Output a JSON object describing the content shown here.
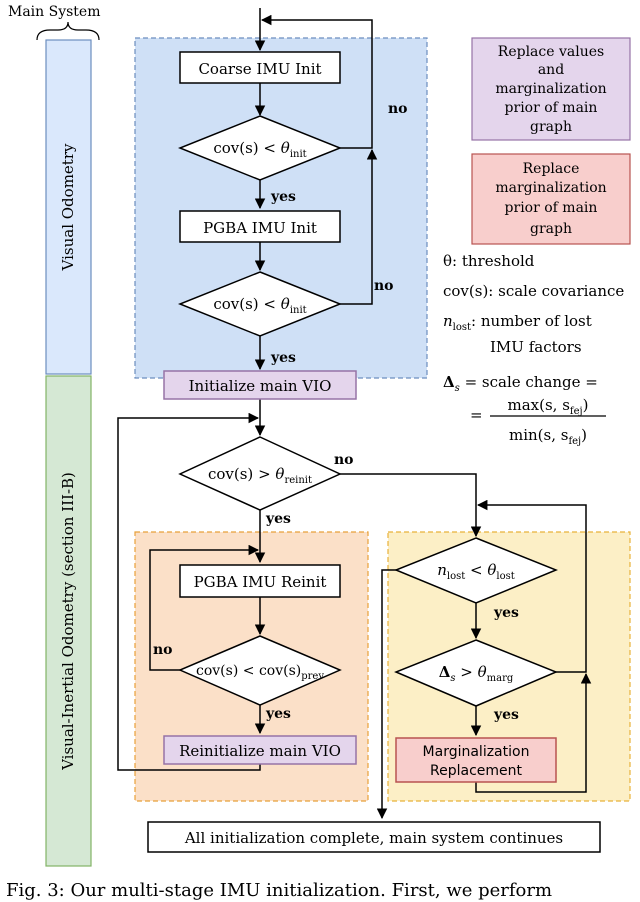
{
  "side": {
    "main_system": "Main System",
    "vo": "Visual Odometry",
    "vio": "Visual-Inertial Odometry (section III-B)"
  },
  "flow": {
    "coarse_init": "Coarse IMU Init",
    "pgba_init": "PGBA IMU Init",
    "init_main_vio": "Initialize main VIO",
    "pgba_reinit": "PGBA IMU Reinit",
    "reinit_main_vio": "Reinitialize main VIO",
    "marg_replacement_1": "Marginalization",
    "marg_replacement_2": "Replacement",
    "final": "All initialization complete, main system continues",
    "cov": "cov(s)",
    "lt": "<",
    "gt": ">",
    "theta": "θ",
    "init": "init",
    "reinit": "reinit",
    "prev": "prev",
    "n": "n",
    "lost": "lost",
    "delta": "Δ",
    "s": "s",
    "marg": "marg",
    "yes": "yes",
    "no": "no"
  },
  "legend": {
    "purple": [
      "Replace values",
      "and",
      "marginalization",
      "prior of main",
      "graph"
    ],
    "red": [
      "Replace",
      "marginalization",
      "prior of main",
      "graph"
    ],
    "threshold": "θ: threshold",
    "covariance": "cov(s): scale covariance",
    "nlost_a": "number of lost",
    "nlost_b": "IMU factors",
    "delta_a": "= scale change =",
    "delta_num": "max(s, s",
    "delta_den": "min(s, s",
    "fej": "fej",
    "eq": "="
  },
  "caption": "Fig. 3: Our multi-stage IMU initialization. First, we perform",
  "colors": {
    "blue_region": "#cfe0f6",
    "blue_border": "#6c8ebf",
    "orange_region": "#fbe0c8",
    "orange_border": "#e8a13a",
    "yellow_region": "#fcefc6",
    "yellow_border": "#e8b23a",
    "purple_fill": "#e4d5ec",
    "purple_border": "#9673a6",
    "red_fill": "#f8cecc",
    "red_border": "#b85450",
    "vo_fill": "#dae8fc",
    "vio_fill": "#d5e8d4",
    "vio_border": "#82b366"
  }
}
